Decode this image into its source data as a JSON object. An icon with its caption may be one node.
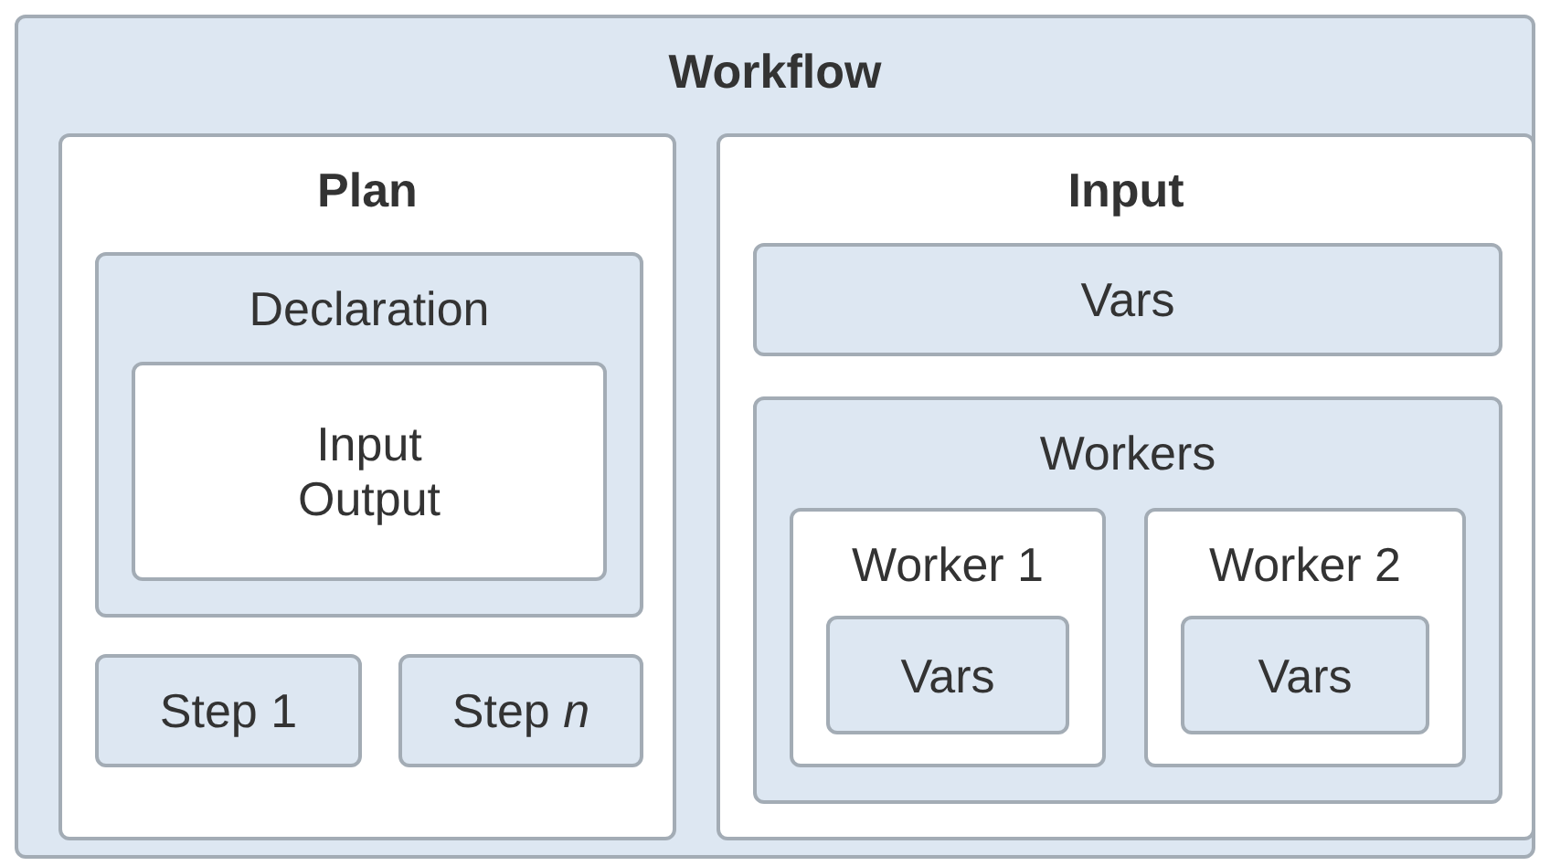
{
  "diagram": {
    "nodes": [
      {
        "text": [
          "Workflow"
        ]
      },
      {
        "text": [
          "Plan"
        ],
        "in": 0
      },
      {
        "text": [
          "Declaration"
        ],
        "in": 1
      },
      {
        "text": [
          "Input Output"
        ],
        "in": 2
      },
      {
        "text": [
          "Step 1"
        ],
        "in": 1
      },
      {
        "text": [
          "Step *n*"
        ],
        "in": 1
      },
      {
        "text": [
          "Input"
        ],
        "in": 0
      },
      {
        "text": [
          "Vars"
        ],
        "in": 6
      },
      {
        "text": [
          "Workers"
        ],
        "in": 6
      },
      {
        "text": [
          "Worker 1"
        ],
        "in": 8
      },
      {
        "text": [
          "Vars"
        ],
        "in": 9
      },
      {
        "text": [
          "Worker 2"
        ],
        "in": 8
      },
      {
        "text": [
          "Vars"
        ],
        "in": 11
      }
    ]
  }
}
